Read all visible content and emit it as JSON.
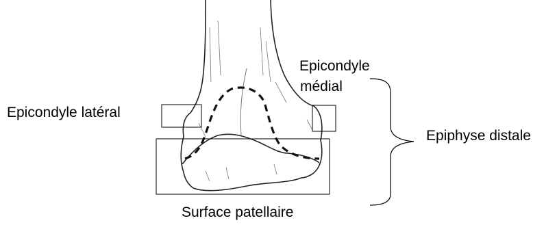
{
  "labels": {
    "lateral_epicondyle": "Epicondyle latéral",
    "medial_epicondyle_line1": "Epicondyle",
    "medial_epicondyle_line2": "médial",
    "distal_epiphysis": "Epiphyse distale",
    "patellar_surface": "Surface patellaire"
  },
  "colors": {
    "ink": "#000000",
    "background": "#ffffff",
    "bone_outline": "#222222",
    "bone_shading": "#777777"
  }
}
